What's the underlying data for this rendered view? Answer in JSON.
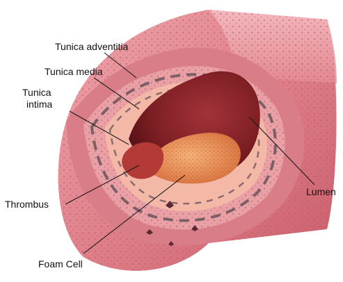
{
  "labels": {
    "tunica_adventitia": "Tunica adventitia",
    "tunica_media": "Tunica media",
    "tunica_intima_line1": "Tunica",
    "tunica_intima_line2": "intima",
    "thrombus": "Thrombus",
    "foam_cell": "Foam Cell",
    "lumen": "Lumen"
  },
  "colors": {
    "adventitia": "#d9828b",
    "media": "#e9a0a4",
    "intima": "#f2b7a2",
    "lumen_dark": "#7d1f24",
    "plaque": "#e78a52",
    "thrombus": "#b63a35",
    "dash": "#7c5f66"
  }
}
